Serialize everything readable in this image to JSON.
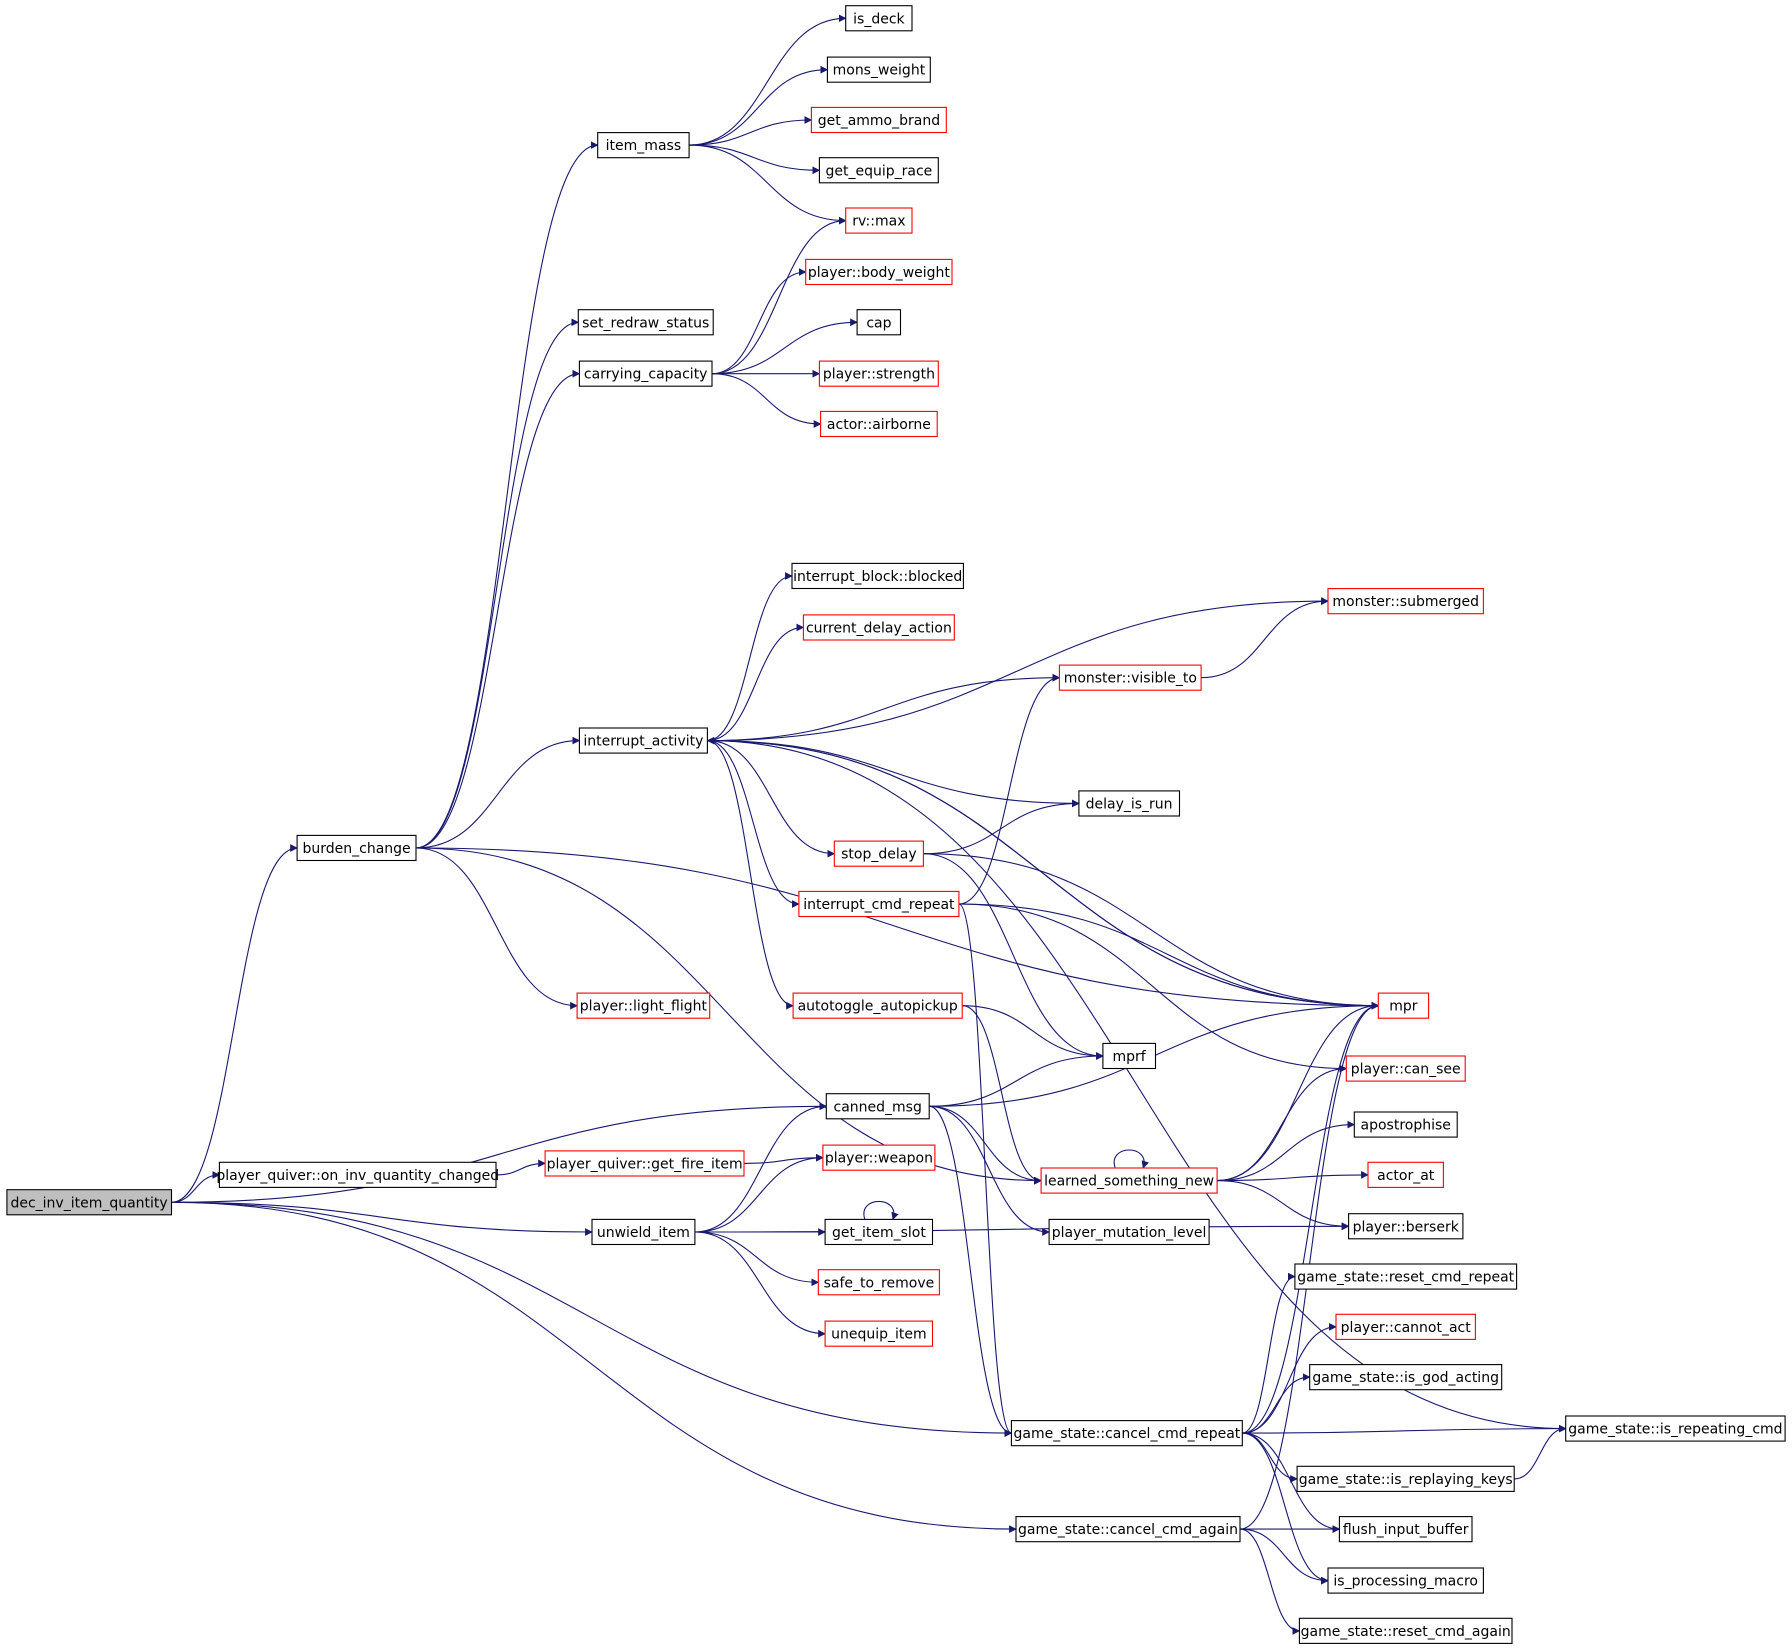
{
  "colors": {
    "edge": "#191970",
    "border_default": "#000000",
    "border_truncated": "#ff0000",
    "root_fill": "#bfbfbf",
    "node_fill": "#ffffff"
  },
  "nodes": [
    {
      "id": "dec_inv_item_quantity",
      "label": "dec_inv_item_quantity",
      "style": "root"
    },
    {
      "id": "burden_change",
      "label": "burden_change",
      "style": "normal"
    },
    {
      "id": "player_quiver_on_inv",
      "label": "player_quiver::on_inv_quantity_changed",
      "style": "normal"
    },
    {
      "id": "unwield_item",
      "label": "unwield_item",
      "style": "normal"
    },
    {
      "id": "canned_msg",
      "label": "canned_msg",
      "style": "normal"
    },
    {
      "id": "gs_cancel_cmd_repeat",
      "label": "game_state::cancel_cmd_repeat",
      "style": "normal"
    },
    {
      "id": "gs_cancel_cmd_again",
      "label": "game_state::cancel_cmd_again",
      "style": "normal"
    },
    {
      "id": "item_mass",
      "label": "item_mass",
      "style": "normal"
    },
    {
      "id": "set_redraw_status",
      "label": "set_redraw_status",
      "style": "normal"
    },
    {
      "id": "carrying_capacity",
      "label": "carrying_capacity",
      "style": "normal"
    },
    {
      "id": "interrupt_activity",
      "label": "interrupt_activity",
      "style": "normal"
    },
    {
      "id": "player_light_flight",
      "label": "player::light_flight",
      "style": "truncated"
    },
    {
      "id": "is_deck",
      "label": "is_deck",
      "style": "normal"
    },
    {
      "id": "mons_weight",
      "label": "mons_weight",
      "style": "normal"
    },
    {
      "id": "get_ammo_brand",
      "label": "get_ammo_brand",
      "style": "truncated"
    },
    {
      "id": "get_equip_race",
      "label": "get_equip_race",
      "style": "normal"
    },
    {
      "id": "rv_max",
      "label": "rv::max",
      "style": "truncated"
    },
    {
      "id": "player_body_weight",
      "label": "player::body_weight",
      "style": "truncated"
    },
    {
      "id": "cap",
      "label": "cap",
      "style": "normal"
    },
    {
      "id": "player_strength",
      "label": "player::strength",
      "style": "truncated"
    },
    {
      "id": "actor_airborne",
      "label": "actor::airborne",
      "style": "truncated"
    },
    {
      "id": "interrupt_block_blocked",
      "label": "interrupt_block::blocked",
      "style": "normal"
    },
    {
      "id": "current_delay_action",
      "label": "current_delay_action",
      "style": "truncated"
    },
    {
      "id": "monster_visible_to",
      "label": "monster::visible_to",
      "style": "truncated"
    },
    {
      "id": "monster_submerged",
      "label": "monster::submerged",
      "style": "truncated"
    },
    {
      "id": "delay_is_run",
      "label": "delay_is_run",
      "style": "normal"
    },
    {
      "id": "stop_delay",
      "label": "stop_delay",
      "style": "truncated"
    },
    {
      "id": "interrupt_cmd_repeat",
      "label": "interrupt_cmd_repeat",
      "style": "truncated"
    },
    {
      "id": "autotoggle_autopickup",
      "label": "autotoggle_autopickup",
      "style": "truncated"
    },
    {
      "id": "mprf",
      "label": "mprf",
      "style": "normal"
    },
    {
      "id": "mpr",
      "label": "mpr",
      "style": "truncated"
    },
    {
      "id": "player_can_see",
      "label": "player::can_see",
      "style": "truncated"
    },
    {
      "id": "apostrophise",
      "label": "apostrophise",
      "style": "normal"
    },
    {
      "id": "learned_something_new",
      "label": "learned_something_new",
      "style": "truncated"
    },
    {
      "id": "actor_at",
      "label": "actor_at",
      "style": "truncated"
    },
    {
      "id": "player_quiver_get_fire_item",
      "label": "player_quiver::get_fire_item",
      "style": "truncated"
    },
    {
      "id": "player_weapon",
      "label": "player::weapon",
      "style": "truncated"
    },
    {
      "id": "player_mutation_level",
      "label": "player_mutation_level",
      "style": "normal"
    },
    {
      "id": "player_berserk",
      "label": "player::berserk",
      "style": "normal"
    },
    {
      "id": "get_item_slot",
      "label": "get_item_slot",
      "style": "normal"
    },
    {
      "id": "safe_to_remove",
      "label": "safe_to_remove",
      "style": "truncated"
    },
    {
      "id": "unequip_item",
      "label": "unequip_item",
      "style": "truncated"
    },
    {
      "id": "gs_reset_cmd_repeat",
      "label": "game_state::reset_cmd_repeat",
      "style": "normal"
    },
    {
      "id": "player_cannot_act",
      "label": "player::cannot_act",
      "style": "truncated"
    },
    {
      "id": "gs_is_god_acting",
      "label": "game_state::is_god_acting",
      "style": "normal"
    },
    {
      "id": "gs_is_repeating_cmd",
      "label": "game_state::is_repeating_cmd",
      "style": "normal"
    },
    {
      "id": "gs_is_replaying_keys",
      "label": "game_state::is_replaying_keys",
      "style": "normal"
    },
    {
      "id": "flush_input_buffer",
      "label": "flush_input_buffer",
      "style": "normal"
    },
    {
      "id": "is_processing_macro",
      "label": "is_processing_macro",
      "style": "normal"
    },
    {
      "id": "gs_reset_cmd_again",
      "label": "game_state::reset_cmd_again",
      "style": "normal"
    }
  ],
  "edges": [
    {
      "from": "dec_inv_item_quantity",
      "to": "burden_change"
    },
    {
      "from": "dec_inv_item_quantity",
      "to": "player_quiver_on_inv"
    },
    {
      "from": "dec_inv_item_quantity",
      "to": "unwield_item"
    },
    {
      "from": "dec_inv_item_quantity",
      "to": "canned_msg"
    },
    {
      "from": "dec_inv_item_quantity",
      "to": "gs_cancel_cmd_repeat"
    },
    {
      "from": "dec_inv_item_quantity",
      "to": "gs_cancel_cmd_again"
    },
    {
      "from": "burden_change",
      "to": "item_mass"
    },
    {
      "from": "burden_change",
      "to": "set_redraw_status"
    },
    {
      "from": "burden_change",
      "to": "carrying_capacity"
    },
    {
      "from": "burden_change",
      "to": "interrupt_activity"
    },
    {
      "from": "burden_change",
      "to": "player_light_flight"
    },
    {
      "from": "burden_change",
      "to": "mpr"
    },
    {
      "from": "burden_change",
      "to": "learned_something_new"
    },
    {
      "from": "item_mass",
      "to": "is_deck"
    },
    {
      "from": "item_mass",
      "to": "mons_weight"
    },
    {
      "from": "item_mass",
      "to": "get_ammo_brand"
    },
    {
      "from": "item_mass",
      "to": "get_equip_race"
    },
    {
      "from": "item_mass",
      "to": "rv_max"
    },
    {
      "from": "carrying_capacity",
      "to": "rv_max"
    },
    {
      "from": "carrying_capacity",
      "to": "player_body_weight"
    },
    {
      "from": "carrying_capacity",
      "to": "cap"
    },
    {
      "from": "carrying_capacity",
      "to": "player_strength"
    },
    {
      "from": "carrying_capacity",
      "to": "actor_airborne"
    },
    {
      "from": "interrupt_activity",
      "to": "gs_is_repeating_cmd"
    },
    {
      "from": "interrupt_activity",
      "to": "monster_submerged"
    },
    {
      "from": "interrupt_activity",
      "to": "interrupt_block_blocked"
    },
    {
      "from": "interrupt_activity",
      "to": "current_delay_action"
    },
    {
      "from": "interrupt_activity",
      "to": "monster_visible_to"
    },
    {
      "from": "interrupt_activity",
      "to": "delay_is_run"
    },
    {
      "from": "interrupt_activity",
      "to": "stop_delay"
    },
    {
      "from": "interrupt_activity",
      "to": "interrupt_cmd_repeat"
    },
    {
      "from": "interrupt_activity",
      "to": "autotoggle_autopickup"
    },
    {
      "from": "interrupt_activity",
      "to": "mpr"
    },
    {
      "from": "mpr",
      "to": "interrupt_activity"
    },
    {
      "from": "monster_visible_to",
      "to": "monster_submerged"
    },
    {
      "from": "stop_delay",
      "to": "delay_is_run"
    },
    {
      "from": "stop_delay",
      "to": "mpr"
    },
    {
      "from": "stop_delay",
      "to": "mprf"
    },
    {
      "from": "interrupt_cmd_repeat",
      "to": "monster_visible_to"
    },
    {
      "from": "interrupt_cmd_repeat",
      "to": "mpr"
    },
    {
      "from": "interrupt_cmd_repeat",
      "to": "player_can_see"
    },
    {
      "from": "interrupt_cmd_repeat",
      "to": "gs_cancel_cmd_repeat"
    },
    {
      "from": "autotoggle_autopickup",
      "to": "mprf"
    },
    {
      "from": "autotoggle_autopickup",
      "to": "learned_something_new"
    },
    {
      "from": "canned_msg",
      "to": "mprf"
    },
    {
      "from": "canned_msg",
      "to": "mpr"
    },
    {
      "from": "canned_msg",
      "to": "learned_something_new"
    },
    {
      "from": "canned_msg",
      "to": "player_mutation_level"
    },
    {
      "from": "canned_msg",
      "to": "gs_cancel_cmd_repeat"
    },
    {
      "from": "learned_something_new",
      "to": "learned_something_new"
    },
    {
      "from": "learned_something_new",
      "to": "mpr"
    },
    {
      "from": "learned_something_new",
      "to": "player_can_see"
    },
    {
      "from": "learned_something_new",
      "to": "apostrophise"
    },
    {
      "from": "learned_something_new",
      "to": "actor_at"
    },
    {
      "from": "learned_something_new",
      "to": "player_berserk"
    },
    {
      "from": "player_quiver_on_inv",
      "to": "player_quiver_get_fire_item"
    },
    {
      "from": "player_quiver_get_fire_item",
      "to": "player_weapon"
    },
    {
      "from": "unwield_item",
      "to": "canned_msg"
    },
    {
      "from": "unwield_item",
      "to": "player_weapon"
    },
    {
      "from": "unwield_item",
      "to": "get_item_slot"
    },
    {
      "from": "unwield_item",
      "to": "safe_to_remove"
    },
    {
      "from": "unwield_item",
      "to": "unequip_item"
    },
    {
      "from": "unwield_item",
      "to": "player_berserk"
    },
    {
      "from": "get_item_slot",
      "to": "get_item_slot"
    },
    {
      "from": "gs_cancel_cmd_repeat",
      "to": "mpr"
    },
    {
      "from": "gs_cancel_cmd_repeat",
      "to": "gs_reset_cmd_repeat"
    },
    {
      "from": "gs_cancel_cmd_repeat",
      "to": "player_cannot_act"
    },
    {
      "from": "gs_cancel_cmd_repeat",
      "to": "gs_is_god_acting"
    },
    {
      "from": "gs_cancel_cmd_repeat",
      "to": "gs_is_repeating_cmd"
    },
    {
      "from": "gs_cancel_cmd_repeat",
      "to": "gs_is_replaying_keys"
    },
    {
      "from": "gs_cancel_cmd_repeat",
      "to": "flush_input_buffer"
    },
    {
      "from": "gs_cancel_cmd_repeat",
      "to": "is_processing_macro"
    },
    {
      "from": "gs_is_replaying_keys",
      "to": "gs_is_repeating_cmd"
    },
    {
      "from": "gs_cancel_cmd_again",
      "to": "mpr"
    },
    {
      "from": "gs_cancel_cmd_again",
      "to": "flush_input_buffer"
    },
    {
      "from": "gs_cancel_cmd_again",
      "to": "is_processing_macro"
    },
    {
      "from": "gs_cancel_cmd_again",
      "to": "gs_reset_cmd_again"
    }
  ]
}
